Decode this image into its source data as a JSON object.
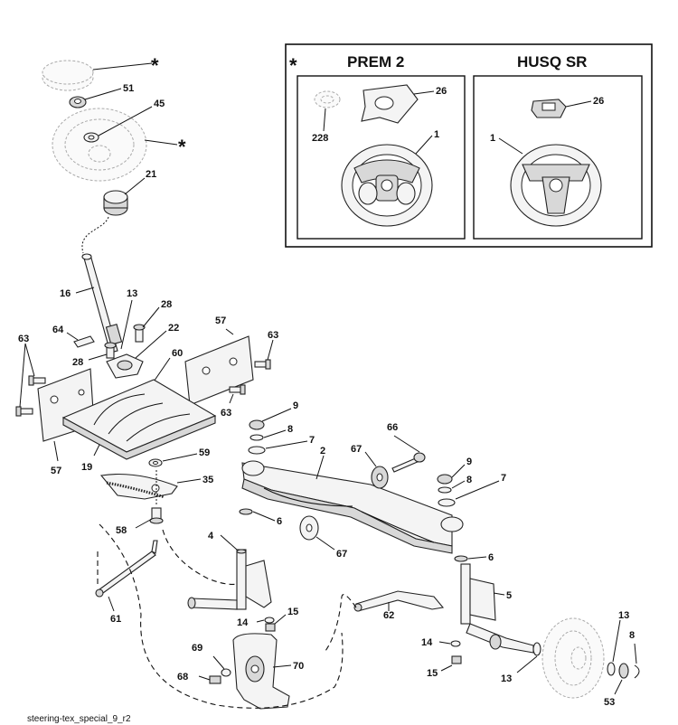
{
  "inset": {
    "marker": "*",
    "left_title": "PREM 2",
    "right_title": "HUSQ SR",
    "left_callouts": [
      "26",
      "228",
      "1"
    ],
    "right_callouts": [
      "26",
      "1"
    ]
  },
  "star_markers": [
    "*",
    "*"
  ],
  "callouts": {
    "c51": "51",
    "c45": "45",
    "c21": "21",
    "c16": "16",
    "c13": "13",
    "c28a": "28",
    "c64": "64",
    "c28b": "28",
    "c22": "22",
    "c60": "60",
    "c57a": "57",
    "c63a": "63",
    "c63b": "63",
    "c63c": "63",
    "c57b": "57",
    "c19": "19",
    "c59": "59",
    "c35": "35",
    "c9a": "9",
    "c8a": "8",
    "c7a": "7",
    "c2": "2",
    "c66": "66",
    "c67a": "67",
    "c9b": "9",
    "c8b": "8",
    "c7b": "7",
    "c6a": "6",
    "c67b": "67",
    "c58": "58",
    "c4": "4",
    "c6b": "6",
    "c5": "5",
    "c14a": "14",
    "c15a": "15",
    "c61": "61",
    "c62": "62",
    "c69": "69",
    "c70": "70",
    "c68": "68",
    "c14b": "14",
    "c15b": "15",
    "c13b": "13",
    "c8c": "8",
    "c53": "53"
  },
  "footer_label": "steering-tex_special_9_r2"
}
